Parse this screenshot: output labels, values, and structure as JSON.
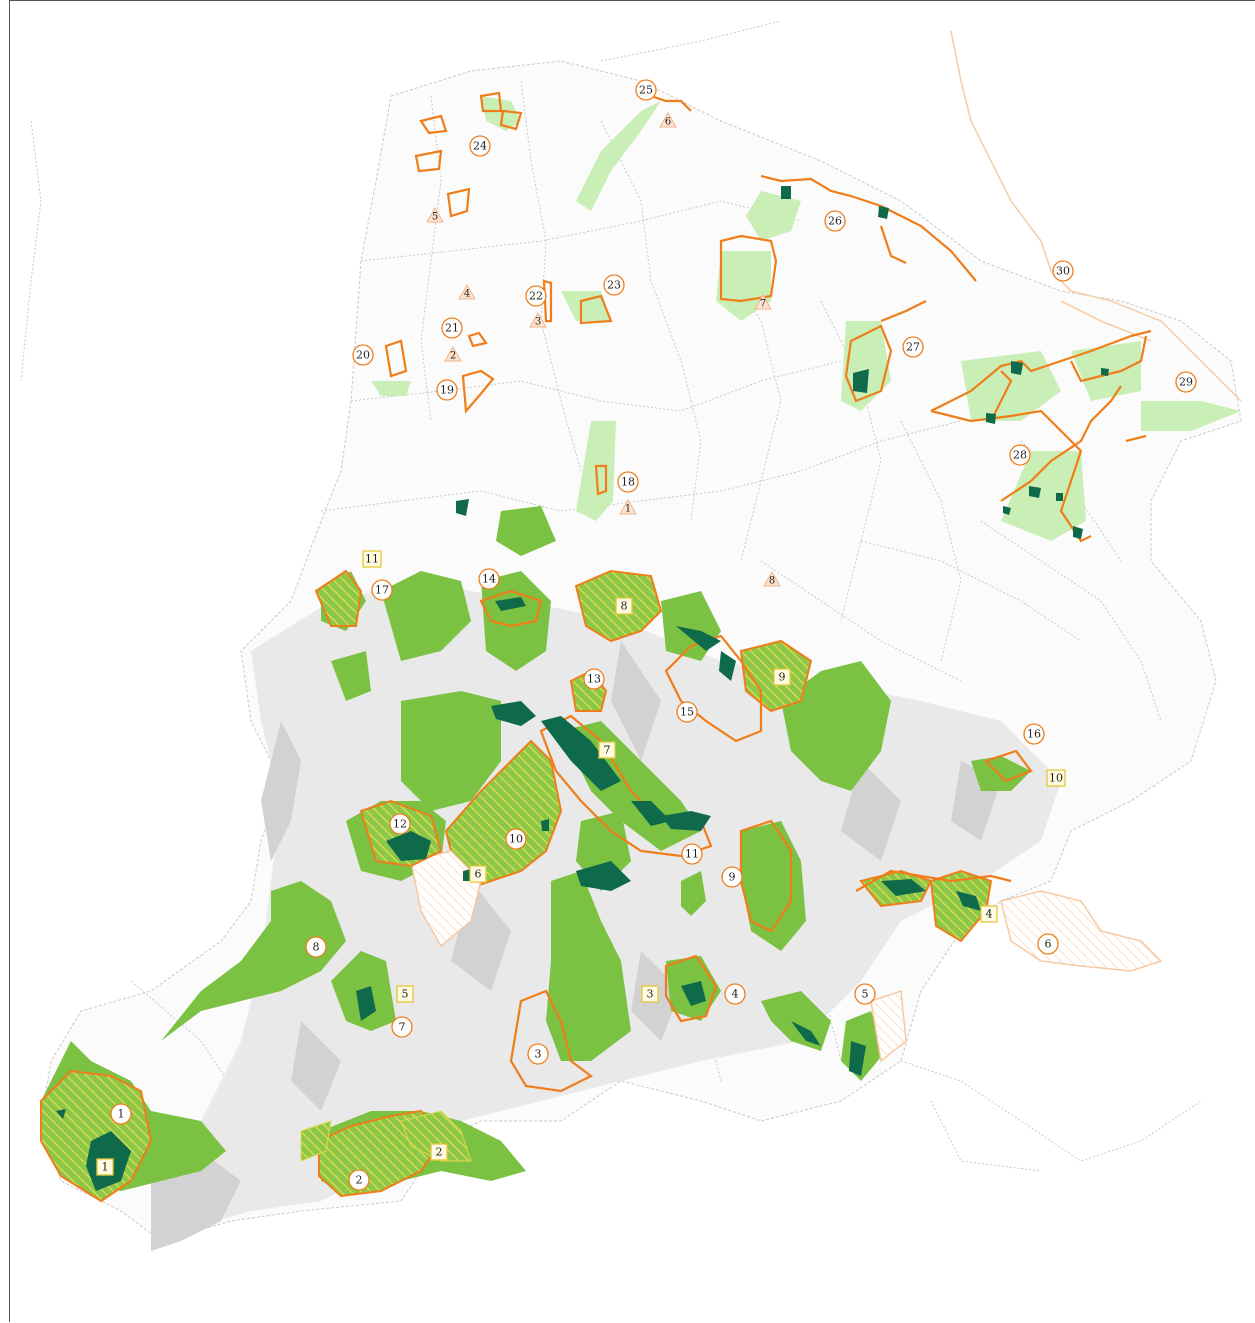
{
  "map": {
    "title": "",
    "colors": {
      "forest": "#7cc242",
      "forest_light": "#c9efb6",
      "core_area": "#0f6a4b",
      "protected_outline": "#ef7d1a",
      "hatch": "#e3d84a",
      "relief": "#d2d2d2"
    },
    "circle_labels": [
      {
        "id": "1"
      },
      {
        "id": "2"
      },
      {
        "id": "3"
      },
      {
        "id": "4"
      },
      {
        "id": "5"
      },
      {
        "id": "6"
      },
      {
        "id": "7"
      },
      {
        "id": "8"
      },
      {
        "id": "9"
      },
      {
        "id": "10"
      },
      {
        "id": "11"
      },
      {
        "id": "12"
      },
      {
        "id": "13"
      },
      {
        "id": "14"
      },
      {
        "id": "15"
      },
      {
        "id": "16"
      },
      {
        "id": "17"
      },
      {
        "id": "18"
      },
      {
        "id": "19"
      },
      {
        "id": "20"
      },
      {
        "id": "21"
      },
      {
        "id": "22"
      },
      {
        "id": "23"
      },
      {
        "id": "24"
      },
      {
        "id": "25"
      },
      {
        "id": "26"
      },
      {
        "id": "27"
      },
      {
        "id": "28"
      },
      {
        "id": "29"
      },
      {
        "id": "30"
      }
    ],
    "square_labels": [
      {
        "id": "1"
      },
      {
        "id": "2"
      },
      {
        "id": "3"
      },
      {
        "id": "4"
      },
      {
        "id": "5"
      },
      {
        "id": "6"
      },
      {
        "id": "7"
      },
      {
        "id": "8"
      },
      {
        "id": "9"
      },
      {
        "id": "10"
      },
      {
        "id": "11"
      }
    ],
    "triangle_labels": [
      {
        "id": "1"
      },
      {
        "id": "2"
      },
      {
        "id": "3"
      },
      {
        "id": "4"
      },
      {
        "id": "5"
      },
      {
        "id": "6"
      },
      {
        "id": "7"
      },
      {
        "id": "8"
      }
    ]
  }
}
